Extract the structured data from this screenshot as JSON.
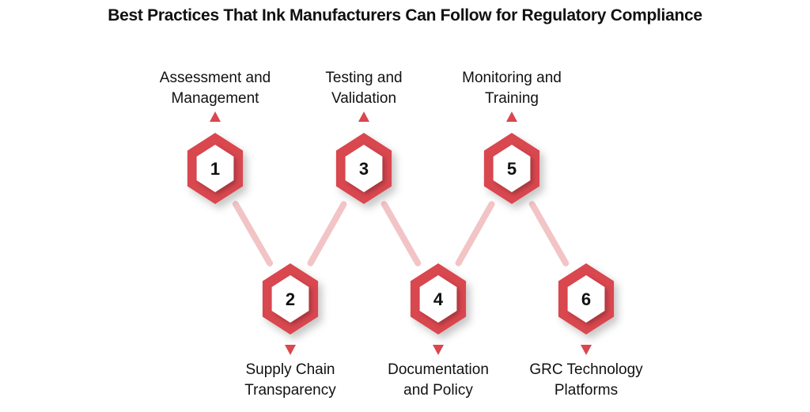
{
  "title": "Best Practices That Ink Manufacturers Can Follow for Regulatory Compliance",
  "colors": {
    "accent": "#d9474f",
    "connector": "#f2c4c6",
    "text": "#111111"
  },
  "steps": [
    {
      "number": "1",
      "label": "Assessment and Management",
      "line1": "Assessment and",
      "line2": "Management",
      "row": "top"
    },
    {
      "number": "2",
      "label": "Supply Chain Transparency",
      "line1": "Supply Chain",
      "line2": "Transparency",
      "row": "bottom"
    },
    {
      "number": "3",
      "label": "Testing and Validation",
      "line1": "Testing and",
      "line2": "Validation",
      "row": "top"
    },
    {
      "number": "4",
      "label": "Documentation and Policy",
      "line1": "Documentation",
      "line2": "and Policy",
      "row": "bottom"
    },
    {
      "number": "5",
      "label": "Monitoring and Training",
      "line1": "Monitoring and",
      "line2": "Training",
      "row": "top"
    },
    {
      "number": "6",
      "label": "GRC Technology Platforms",
      "line1": "GRC Technology",
      "line2": "Platforms",
      "row": "bottom"
    }
  ]
}
